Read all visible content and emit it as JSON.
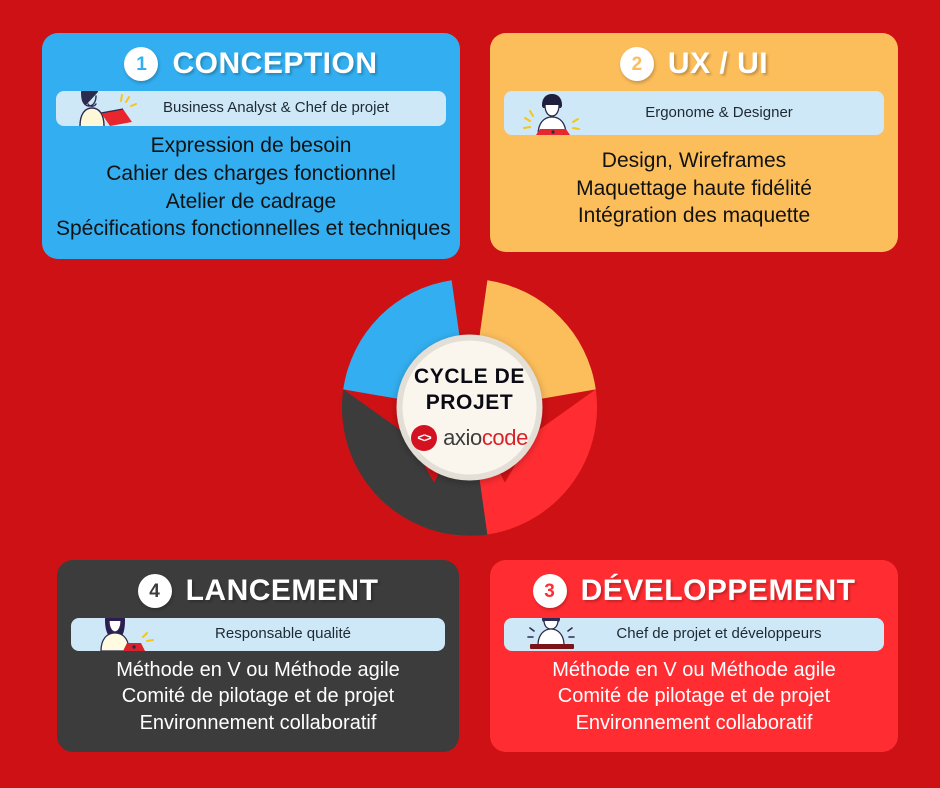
{
  "background_color": "#ce1114",
  "center": {
    "title_line1": "CYCLE DE",
    "title_line2": "PROJET",
    "logo": {
      "mark": "<>",
      "name_part1": "axio",
      "name_part2": "code",
      "mark_color": "#d31120",
      "part1_color": "#3d3d3d",
      "part2_color": "#d8232a"
    },
    "ring_segments": [
      {
        "step": "1",
        "color": "#33aef0",
        "label": "CONCEPTION"
      },
      {
        "step": "2",
        "color": "#fcbd5b",
        "label": "UX / UI"
      },
      {
        "step": "3",
        "color": "#ff2d32",
        "label": "DÉVELOPPEMENT"
      },
      {
        "step": "4",
        "color": "#3c3c3c",
        "label": "LANCEMENT"
      }
    ]
  },
  "cards": [
    {
      "number": "1",
      "title": "CONCEPTION",
      "color": "#33aef0",
      "role": "Business Analyst & Chef de projet",
      "role_icon": "woman-with-laptop-icon",
      "lines": [
        "Expression de besoin",
        "Cahier des charges fonctionnel",
        "Atelier de cadrage",
        "Spécifications fonctionnelles et techniques"
      ]
    },
    {
      "number": "2",
      "title": "UX / UI",
      "color": "#fcbd5b",
      "role": "Ergonome & Designer",
      "role_icon": "man-with-laptop-icon",
      "lines": [
        "Design, Wireframes",
        "Maquettage haute fidélité",
        "Intégration des maquette"
      ]
    },
    {
      "number": "3",
      "title": "DÉVELOPPEMENT",
      "color": "#ff2d32",
      "role": "Chef de projet et développeurs",
      "role_icon": "developer-at-desk-icon",
      "lines": [
        "Méthode en V ou Méthode agile",
        "Comité de pilotage et de projet",
        "Environnement collaboratif"
      ]
    },
    {
      "number": "4",
      "title": "LANCEMENT",
      "color": "#3c3c3c",
      "role": "Responsable qualité",
      "role_icon": "woman-quality-manager-icon",
      "lines": [
        "Méthode en V ou Méthode agile",
        "Comité de pilotage et de projet",
        "Environnement collaboratif"
      ]
    }
  ]
}
